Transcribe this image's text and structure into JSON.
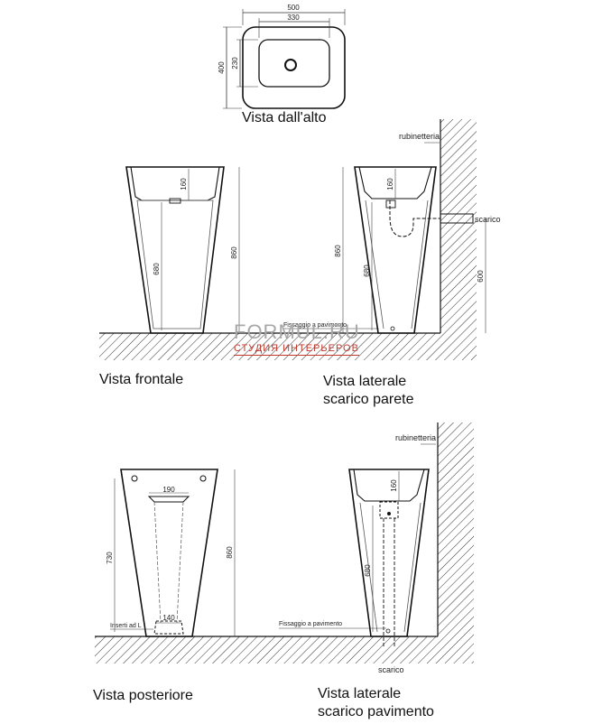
{
  "top_view": {
    "caption": "Vista dall'alto",
    "dims": {
      "width": "500",
      "inner_width": "330",
      "depth": "400",
      "inner_depth": "230"
    }
  },
  "front_view": {
    "caption": "Vista frontale",
    "dims": {
      "top": "160",
      "body": "680",
      "height": "860"
    }
  },
  "side_wall_view": {
    "caption_line1": "Vista laterale",
    "caption_line2": "scarico parete",
    "labels": {
      "tap": "rubinetteria",
      "drain": "scarico",
      "floor_fix": "Fissaggio a pavimento"
    },
    "dims": {
      "top": "160",
      "body": "680",
      "height": "860",
      "drain_height": "600"
    }
  },
  "rear_view": {
    "caption": "Vista posteriore",
    "labels": {
      "insert": "Inserti ad L"
    },
    "dims": {
      "top_width": "190",
      "bottom_width": "140",
      "insert_height": "730",
      "height": "860"
    }
  },
  "side_floor_view": {
    "caption_line1": "Vista laterale",
    "caption_line2": "scarico pavimento",
    "labels": {
      "tap": "rubinetteria",
      "drain": "scarico",
      "floor_fix": "Fissaggio a pavimento"
    },
    "dims": {
      "top": "160",
      "body": "680"
    }
  },
  "watermark": {
    "main": "FORMUL.RU",
    "sub": "СТУДИЯ ИНТЕРЬЕРОВ",
    "sub_color": "#c0392b"
  }
}
